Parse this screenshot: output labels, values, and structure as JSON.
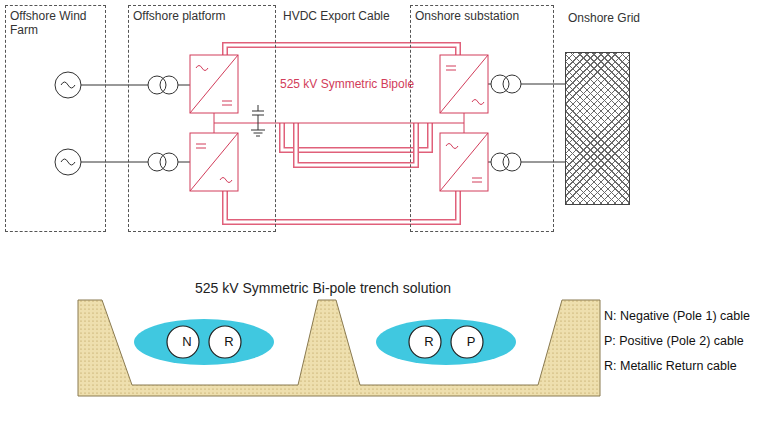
{
  "diagram": {
    "nodes": [
      {
        "text": [
          "Offshore Wind Farm"
        ]
      },
      {
        "text": [
          "Offshore platform"
        ]
      },
      {
        "text": [
          "Onshore substation"
        ]
      },
      {
        "text": [
          "Onshore Grid"
        ]
      },
      {
        "text": [
          "N"
        ]
      },
      {
        "text": [
          "R"
        ]
      },
      {
        "text": [
          "R"
        ]
      },
      {
        "text": [
          "P"
        ]
      }
    ],
    "labels": [
      "HVDC Export Cable",
      "525 kV Symmetric Bipole",
      "525 kV Symmetric Bi-pole trench solution",
      "N: Negative (Pole 1) cable",
      "P: Positive (Pole 2) cable",
      "R: Metallic Return cable"
    ]
  }
}
